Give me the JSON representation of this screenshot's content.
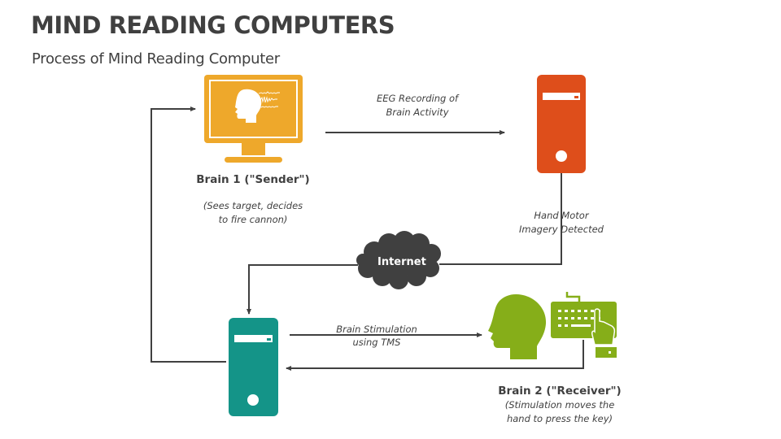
{
  "header": {
    "title": "MIND READING COMPUTERS",
    "subtitle": "Process of Mind Reading Computer"
  },
  "colors": {
    "sender_monitor": "#EEA82B",
    "recorder_tower": "#DE4E1B",
    "receiver_tower": "#149488",
    "receiver_figure": "#86AE19",
    "cloud": "#404040",
    "connector": "#404040",
    "text": "#404040"
  },
  "nodes": {
    "sender": {
      "icon": "monitor-with-head-eeg-icon",
      "title": "Brain 1 (\"Sender\")",
      "desc_line1": "(Sees target, decides",
      "desc_line2": "to fire cannon)"
    },
    "recorder": {
      "icon": "computer-tower-icon"
    },
    "internet": {
      "icon": "cloud-icon",
      "label": "Internet"
    },
    "stimulator": {
      "icon": "computer-tower-icon"
    },
    "receiver": {
      "icon": "head-and-keyboard-hand-icon",
      "title": "Brain 2 (\"Receiver\")",
      "desc_line1": "(Stimulation moves the",
      "desc_line2": "hand to press the key)"
    }
  },
  "edges": {
    "eeg": {
      "line1": "EEG Recording of",
      "line2": "Brain Activity"
    },
    "motor": {
      "line1": "Hand Motor",
      "line2": "Imagery Detected"
    },
    "tms": {
      "line1": "Brain Stimulation",
      "line2": "using TMS"
    }
  }
}
